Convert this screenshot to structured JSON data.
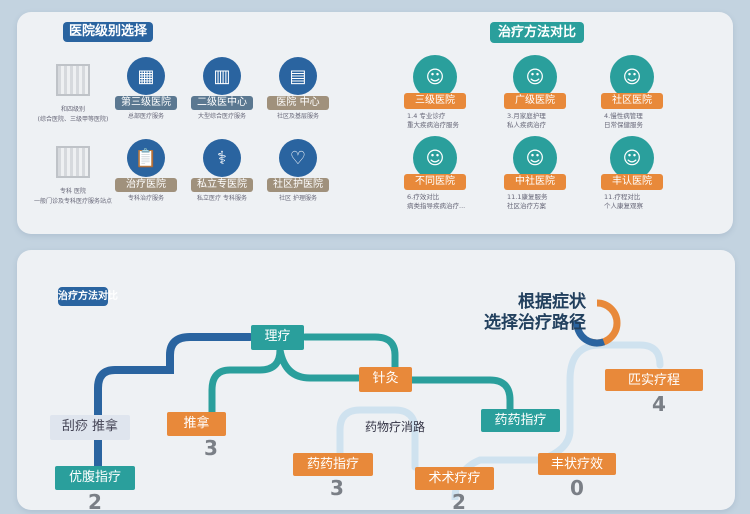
{
  "top_left": {
    "title": "医院级别选择",
    "rows": [
      {
        "side_caption": "和四级别",
        "side_desc": "(综合医院、三级甲等医院)",
        "items": [
          {
            "label": "第三级医院",
            "desc": "总部医疗服务",
            "color": "#5b7891",
            "icon": "hospital-building-icon"
          },
          {
            "label": "二级医中心",
            "desc": "大型综合医疗服务",
            "color": "#5b7891",
            "icon": "office-building-icon"
          },
          {
            "label": "医院 中心",
            "desc": "社区及基层服务",
            "color": "#a0917c",
            "icon": "clinic-building-icon"
          }
        ]
      },
      {
        "side_caption": "专科 医院",
        "side_desc": "一般门诊及专科医疗服务站点",
        "items": [
          {
            "label": "治疗医院",
            "desc": "专科治疗服务",
            "color": "#a0917c",
            "icon": "clipboard-icon"
          },
          {
            "label": "私立专医院",
            "desc": "私立医疗 专科服务",
            "color": "#a0917c",
            "icon": "stethoscope-icon"
          },
          {
            "label": "社区护医院",
            "desc": "社区 护理服务",
            "color": "#a0917c",
            "icon": "heart-icon"
          }
        ]
      }
    ]
  },
  "top_right": {
    "title": "治疗方法对比",
    "rows": [
      [
        {
          "label": "三级医院",
          "desc1": "1.4 专业诊疗",
          "desc2": "重大疾病治疗服务"
        },
        {
          "label": "广级医院",
          "desc1": "3.月家庭护理",
          "desc2": "私人疾病治疗"
        },
        {
          "label": "社区医院",
          "desc1": "4.慢性病管理",
          "desc2": "日常保健服务"
        }
      ],
      [
        {
          "label": "不同医院",
          "desc1": "6.疗效对比",
          "desc2": "病类指导疾病治疗..."
        },
        {
          "label": "中社医院",
          "desc1": "11.1康复服务",
          "desc2": "社区治疗方案"
        },
        {
          "label": "丰认医院",
          "desc1": "11.疗程对比",
          "desc2": "个人康复观察"
        }
      ]
    ]
  },
  "bottom": {
    "title": "治疗方法对比",
    "headline1": "根据症状",
    "headline2": "选择治疗路径",
    "nodes": {
      "physio": "理疗",
      "acupuncture": "针灸",
      "massage": "推拿",
      "scraping": "刮痧 推拿",
      "optimal": "优腹指疗",
      "drug_desc": "药物疗消路",
      "drug_teal": "药药指疗",
      "drug_orange": "药药指疗",
      "surgery": "术术疗疗",
      "effect": "丰状疗效",
      "course": "匹实疗程"
    },
    "numbers": {
      "massage": "3",
      "drug": "3",
      "surgery": "2",
      "effect": "0",
      "course": "4",
      "optimal": "2"
    }
  },
  "colors": {
    "blue": "#2a64a0",
    "teal": "#2a9f9c",
    "orange": "#e8893a",
    "tan": "#a0917c"
  }
}
